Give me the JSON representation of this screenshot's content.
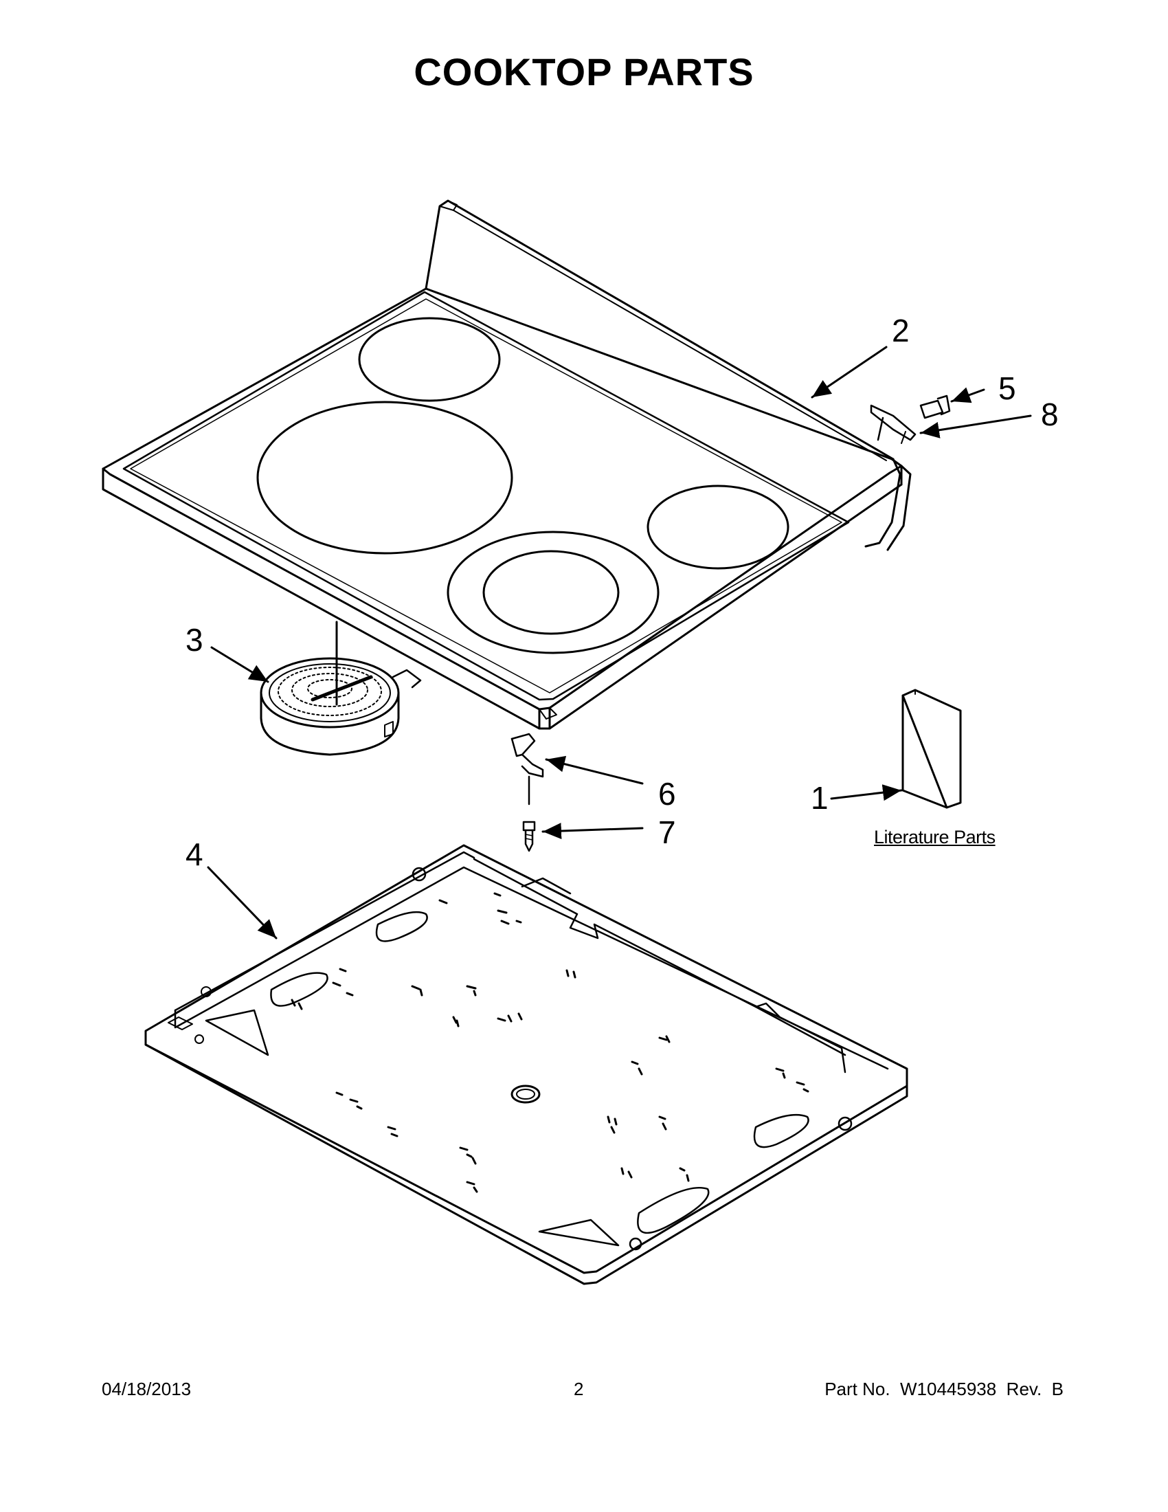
{
  "page": {
    "title": "COOKTOP PARTS"
  },
  "callouts": [
    {
      "id": "1",
      "part": "literature-parts"
    },
    {
      "id": "2",
      "part": "cooktop"
    },
    {
      "id": "3",
      "part": "surface-element"
    },
    {
      "id": "4",
      "part": "cooktop-support-pan"
    },
    {
      "id": "5",
      "part": "screw"
    },
    {
      "id": "6",
      "part": "bracket"
    },
    {
      "id": "7",
      "part": "screw"
    },
    {
      "id": "8",
      "part": "clip"
    }
  ],
  "labels": {
    "literature": "Literature Parts"
  },
  "footer": {
    "date": "04/18/2013",
    "page_number": "2",
    "part_no": "Part No.  W10445938  Rev.  B"
  }
}
